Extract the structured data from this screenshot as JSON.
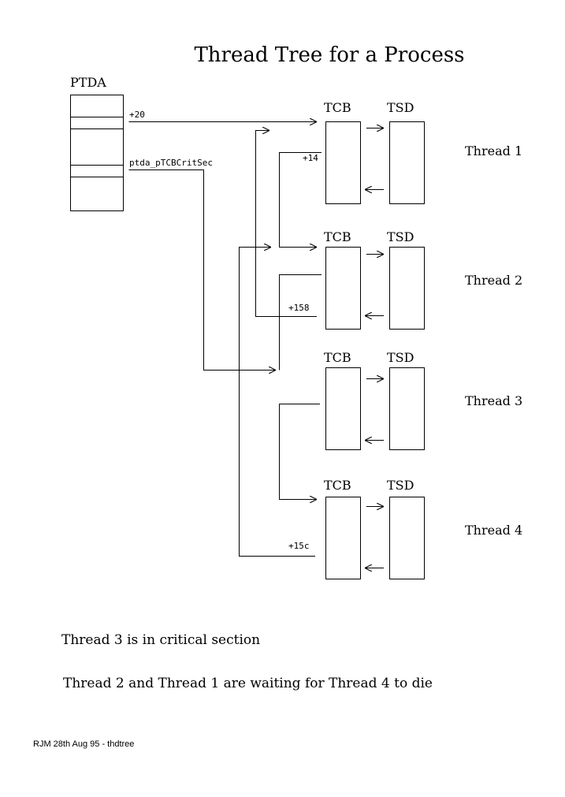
{
  "title": "Thread Tree for a Process",
  "ptda": {
    "label": "PTDA",
    "offset_label": "+20",
    "field_label": "ptda_pTCBCritSec"
  },
  "threads": [
    {
      "tcb_label": "TCB",
      "tsd_label": "TSD",
      "name": "Thread 1",
      "offset_label": "+14"
    },
    {
      "tcb_label": "TCB",
      "tsd_label": "TSD",
      "name": "Thread 2",
      "offset_label": "+158"
    },
    {
      "tcb_label": "TCB",
      "tsd_label": "TSD",
      "name": "Thread 3",
      "offset_label": ""
    },
    {
      "tcb_label": "TCB",
      "tsd_label": "TSD",
      "name": "Thread 4",
      "offset_label": "+15c"
    }
  ],
  "notes": {
    "line1": "Thread 3 is in critical section",
    "line2": "Thread 2 and Thread 1 are waiting for Thread 4 to die"
  },
  "footer": "RJM 28th Aug 95 - thdtree"
}
